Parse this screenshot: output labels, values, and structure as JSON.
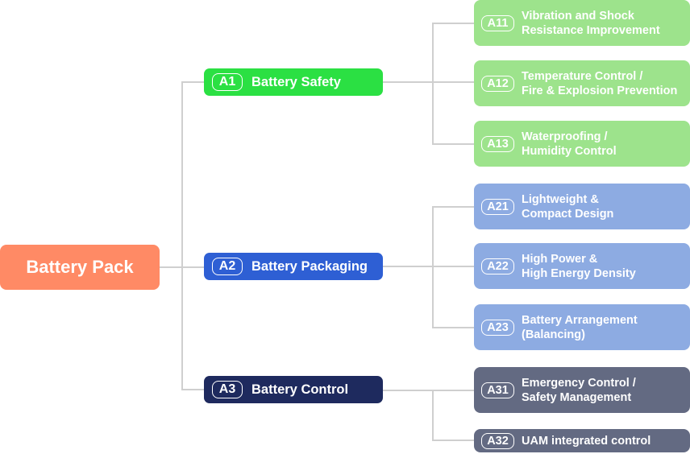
{
  "root": {
    "label": "Battery Pack",
    "color": "#FF8A65"
  },
  "categories": [
    {
      "code": "A1",
      "label": "Battery Safety",
      "color": "#2BE043",
      "leaf_color": "#9DE38C",
      "children": [
        {
          "code": "A11",
          "label": "Vibration and Shock\nResistance Improvement"
        },
        {
          "code": "A12",
          "label": "Temperature Control /\nFire & Explosion Prevention"
        },
        {
          "code": "A13",
          "label": "Waterproofing /\nHumidity Control"
        }
      ]
    },
    {
      "code": "A2",
      "label": "Battery Packaging",
      "color": "#2E5FD4",
      "leaf_color": "#8DABE2",
      "children": [
        {
          "code": "A21",
          "label": "Lightweight &\nCompact Design"
        },
        {
          "code": "A22",
          "label": "High Power &\nHigh Energy Density"
        },
        {
          "code": "A23",
          "label": "Battery Arrangement\n(Balancing)"
        }
      ]
    },
    {
      "code": "A3",
      "label": "Battery Control",
      "color": "#1E2A5E",
      "leaf_color": "#636A82",
      "children": [
        {
          "code": "A31",
          "label": "Emergency Control /\nSafety Management"
        },
        {
          "code": "A32",
          "label": "UAM integrated control"
        }
      ]
    }
  ],
  "connector_color": "#CFCFCF"
}
